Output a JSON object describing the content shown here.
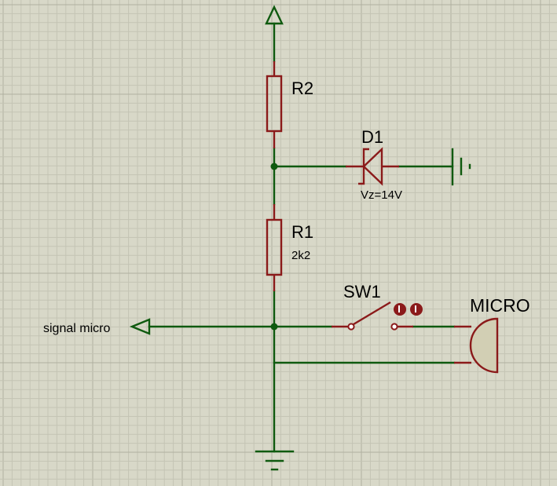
{
  "components": {
    "r2": {
      "ref": "R2"
    },
    "r1": {
      "ref": "R1",
      "value": "2k2"
    },
    "d1": {
      "ref": "D1",
      "value": "Vz=14V"
    },
    "sw1": {
      "ref": "SW1"
    },
    "micro": {
      "ref": "MICRO"
    }
  },
  "terminals": {
    "signal_label": "signal micro"
  },
  "colors": {
    "background": "#d8d8c8",
    "grid_minor": "#c4c4b4",
    "grid_major": "#b0b0a0",
    "wire": "#0f5a0f",
    "component": "#8b1a1a",
    "mic_fill": "#d2cfb4",
    "toggle_button": "#8b1a1a"
  }
}
